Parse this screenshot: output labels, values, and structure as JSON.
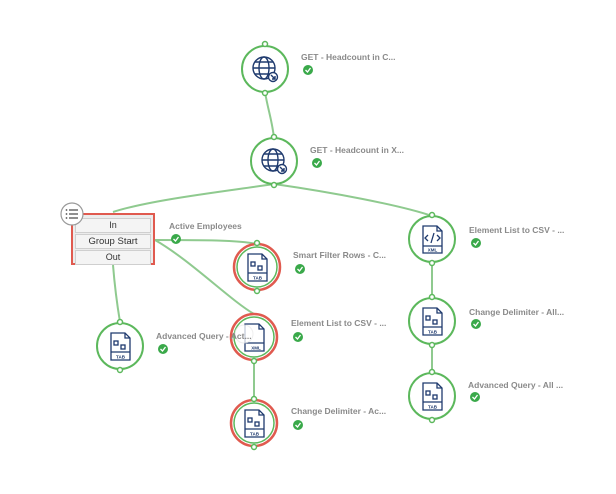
{
  "nodes": {
    "get_headcount_c": {
      "label": "GET - Headcount in C...",
      "icon": "globe-request-icon"
    },
    "get_headcount_x": {
      "label": "GET - Headcount in X...",
      "icon": "globe-request-icon"
    },
    "active_employees": {
      "label": "Active Employees"
    },
    "smart_filter_rows": {
      "label": "Smart Filter Rows - C...",
      "file_tag": "TAB"
    },
    "element_list_csv_active": {
      "label": "Element List to CSV - ...",
      "file_tag": "XML"
    },
    "change_delimiter_active": {
      "label": "Change Delimiter - Ac...",
      "file_tag": "TAB"
    },
    "advanced_query_active": {
      "label": "Advanced Query - Act...",
      "file_tag": "TAB"
    },
    "element_list_csv_all": {
      "label": "Element List to CSV - ...",
      "file_tag": "XML"
    },
    "change_delimiter_all": {
      "label": "Change Delimiter - All...",
      "file_tag": "TAB"
    },
    "advanced_query_all": {
      "label": "Advanced Query - All ...",
      "file_tag": "TAB"
    }
  },
  "group": {
    "in_label": "In",
    "title": "Group Start",
    "out_label": "Out"
  },
  "colors": {
    "node_ring": "#5cb85c",
    "edge": "#8fca8f",
    "error_ring": "#e05a4f",
    "icon_navy": "#1f3a6e",
    "check": "#3aa94a"
  }
}
